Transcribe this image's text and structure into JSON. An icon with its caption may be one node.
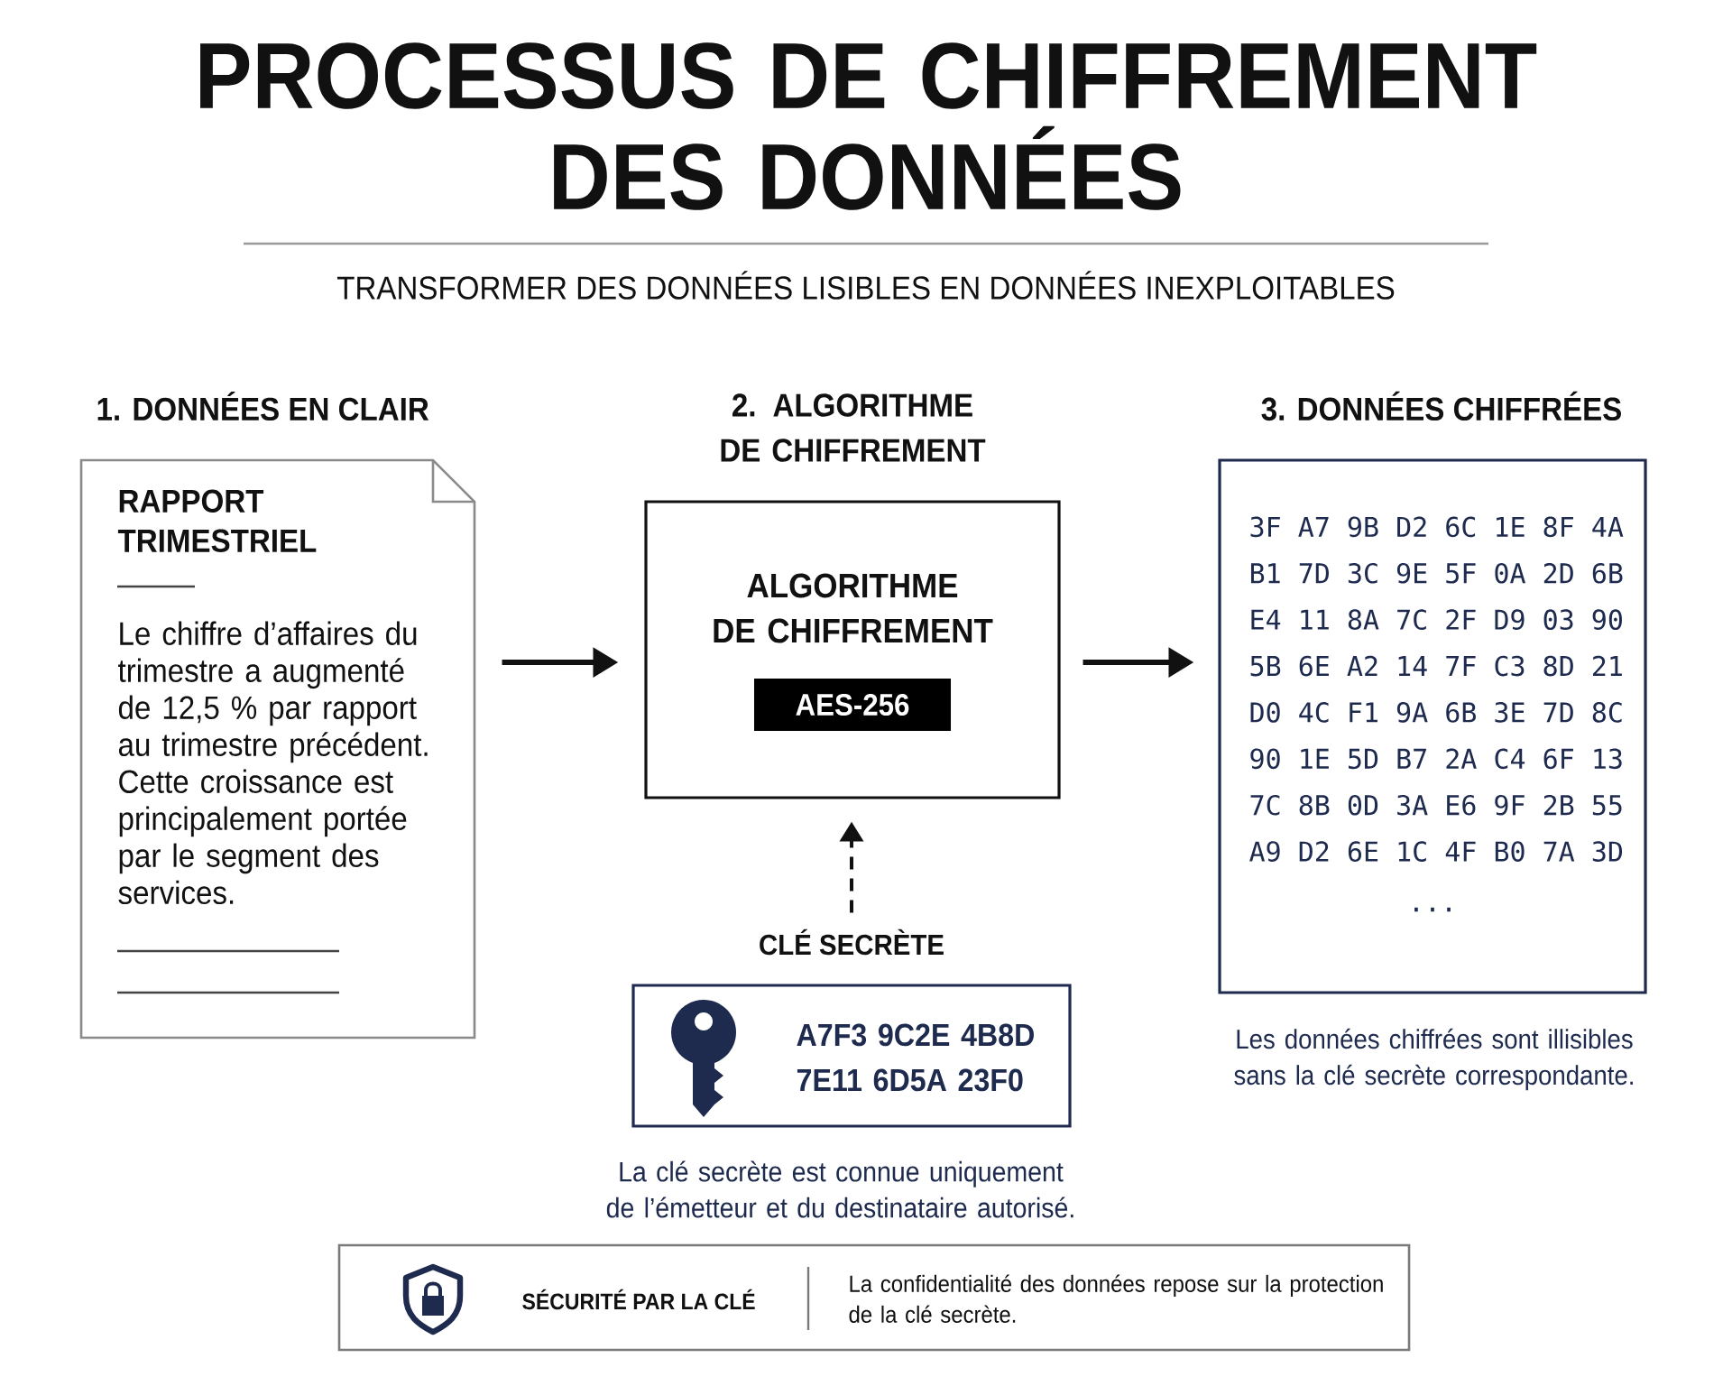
{
  "diagram": {
    "title": "PROCESSUS DE CHIFFREMENT DES DONNÉES",
    "nodes": [
      {
        "text": [
          "1. DONNÉES EN CLAIR",
          "RAPPORT TRIMESTRIEL",
          "Le chiffre d’affaires du trimestre a augmenté de 12,5 % par rapport au trimestre précédent. Cette croissance est principalement portée par le segment des services."
        ]
      },
      {
        "text": [
          "2. ALGORITHME DE CHIFFREMENT",
          "ALGORITHME DE CHIFFREMENT"
        ]
      },
      {
        "text": [
          "AES-256"
        ],
        "in": 1
      },
      {
        "text": [
          "3. DONNÉES CHIFFRÉES",
          "3F A7 9B D2 6C 1E 8F 4A B1 7D 3C 9E 5F 0A 2D 6B E4 11 8A 7C 2F D9 03 90 5B 6E A2 14 7F C3 8D 21 D0 4C F1 9A 6B 3E 7D 8C 90 1E 5D B7 2A C4 6F 13 7C 8B 0D 3A E6 9F 2B 55 A9 D2 6E 1C 4F B0 7A 3D",
          "..."
        ],
        "beside": [
          "Les données chiffrées sont illisibles sans la clé secrète correspondante."
        ]
      },
      {
        "text": [
          "CLÉ SECRÈTE",
          "A7F3 9C2E 4B8D 7E11 6D5A 23F0"
        ],
        "beside": [
          "La clé secrète est connue uniquement de l’émetteur et du destinataire autorisé."
        ]
      },
      {
        "text": [
          "SÉCURITÉ PAR LA CLÉ",
          "La confidentialité des données repose sur la protection de la clé secrète."
        ]
      }
    ],
    "edges": [
      {
        "from": 0,
        "to": 1,
        "arrow": "to"
      },
      {
        "from": 1,
        "to": 3,
        "arrow": "to"
      },
      {
        "from": 4,
        "to": 1,
        "arrow": "to",
        "style": "dashed"
      }
    ],
    "labels": [
      "TRANSFORMER DES DONNÉES LISIBLES EN DONNÉES INEXPLOITABLES"
    ]
  }
}
